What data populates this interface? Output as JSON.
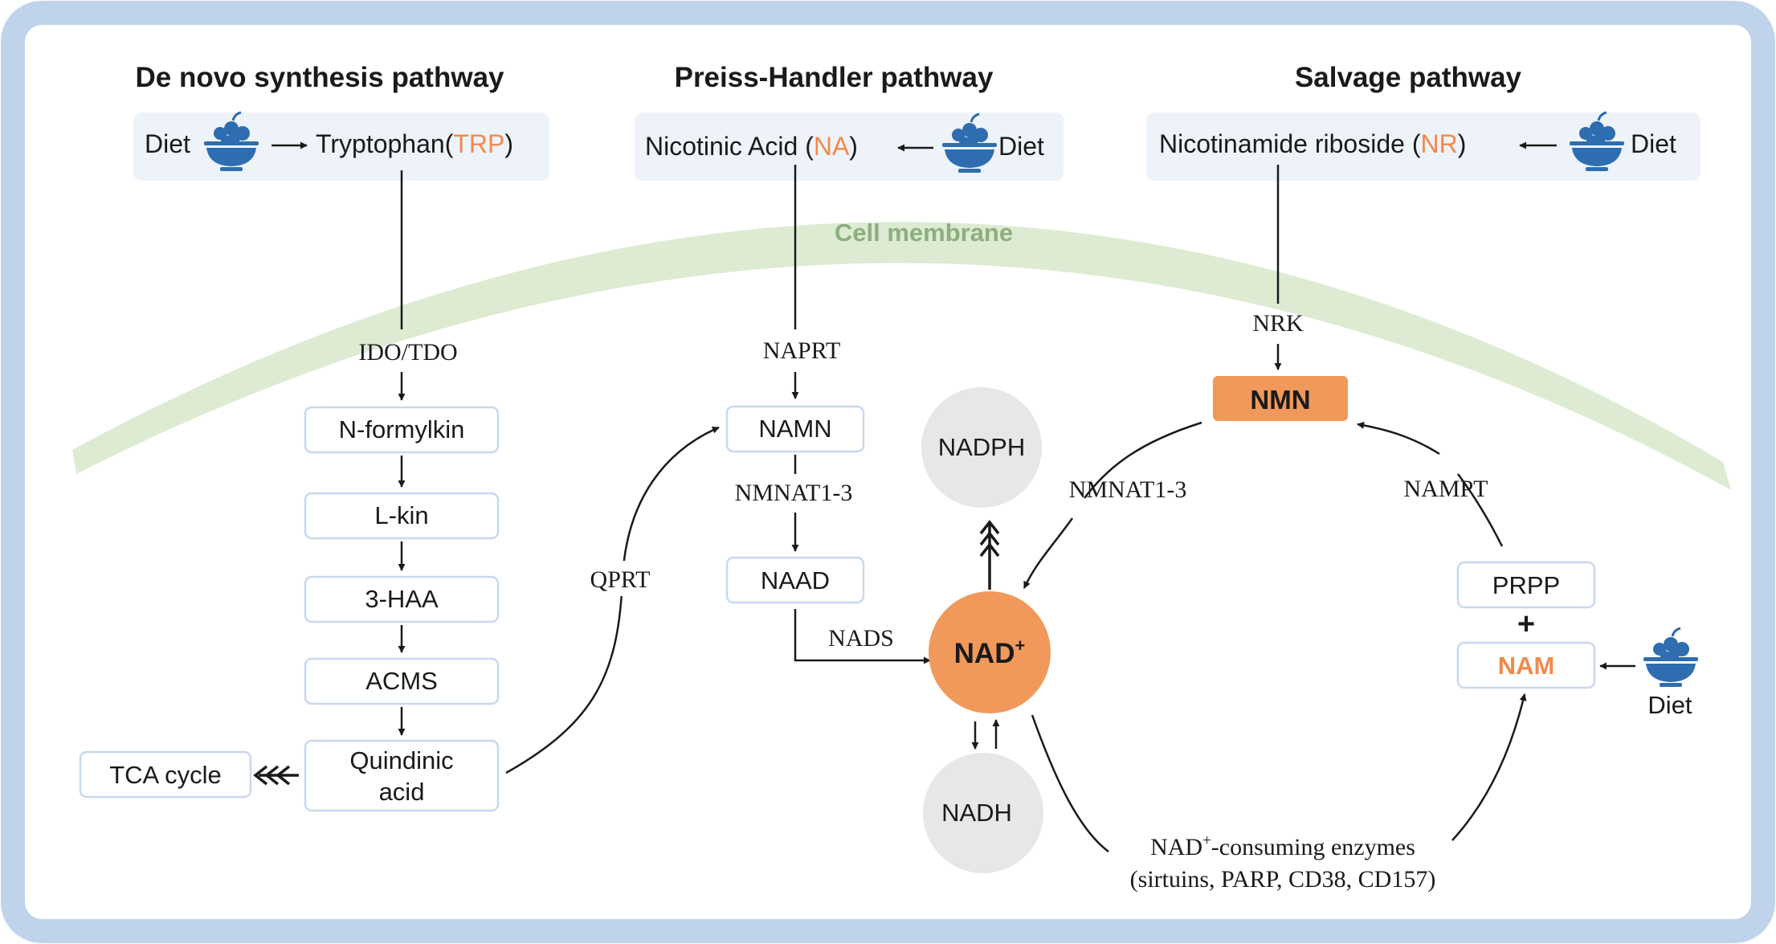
{
  "headings": {
    "denovo": "De novo synthesis pathway",
    "preiss": "Preiss-Handler pathway",
    "salvage": "Salvage pathway"
  },
  "membrane": {
    "label": "Cell membrane"
  },
  "sources": {
    "denovo": {
      "diet": "Diet",
      "product_prefix": "Tryptophan(",
      "product_abbr": "TRP",
      "product_suffix": ")"
    },
    "preiss": {
      "product_prefix": "Nicotinic Acid (",
      "product_abbr": "NA",
      "product_suffix": ")",
      "diet": "Diet"
    },
    "salvage": {
      "product_prefix": "Nicotinamide riboside (",
      "product_abbr": "NR",
      "product_suffix": ")",
      "diet": "Diet"
    }
  },
  "denovo_chain": {
    "enzyme": "IDO/TDO",
    "steps": [
      "N-formylkin",
      "L-kin",
      "3-HAA",
      "ACMS"
    ],
    "quin_line1": "Quindinic",
    "quin_line2": "acid",
    "tca": "TCA cycle"
  },
  "preiss_chain": {
    "enzyme1": "NAPRT",
    "namn": "NAMN",
    "enzyme2": "NMNAT1-3",
    "naad": "NAAD",
    "nads": "NADS",
    "qprt": "QPRT"
  },
  "center": {
    "nad_main": "NAD",
    "nad_sup": "+",
    "nadph": "NADPH",
    "nadh": "NADH"
  },
  "salvage_chain": {
    "nrk": "NRK",
    "nmn": "NMN",
    "nmnat": "NMNAT1-3",
    "nampt": "NAMPT",
    "prpp": "PRPP",
    "plus": "+",
    "nam": "NAM",
    "diet": "Diet"
  },
  "consuming": {
    "line1_prefix": "NAD",
    "line1_sup": "+",
    "line1_suffix": "-consuming enzymes",
    "line2": "(sirtuins, PARP, CD38, CD157)"
  },
  "colors": {
    "orange": "#F0995A",
    "orange_text": "#F08A4B",
    "blue_icon": "#2E6DAF",
    "box_fill": "#EEF3FA",
    "box_border": "#C8D8EE",
    "membrane": "#DCEBD2",
    "membrane_text": "#8DAE7F",
    "grey_circle": "#E7E7E7",
    "frame": "#A9C3E2"
  },
  "icons": {
    "diet": "fruit-bowl-icon"
  }
}
